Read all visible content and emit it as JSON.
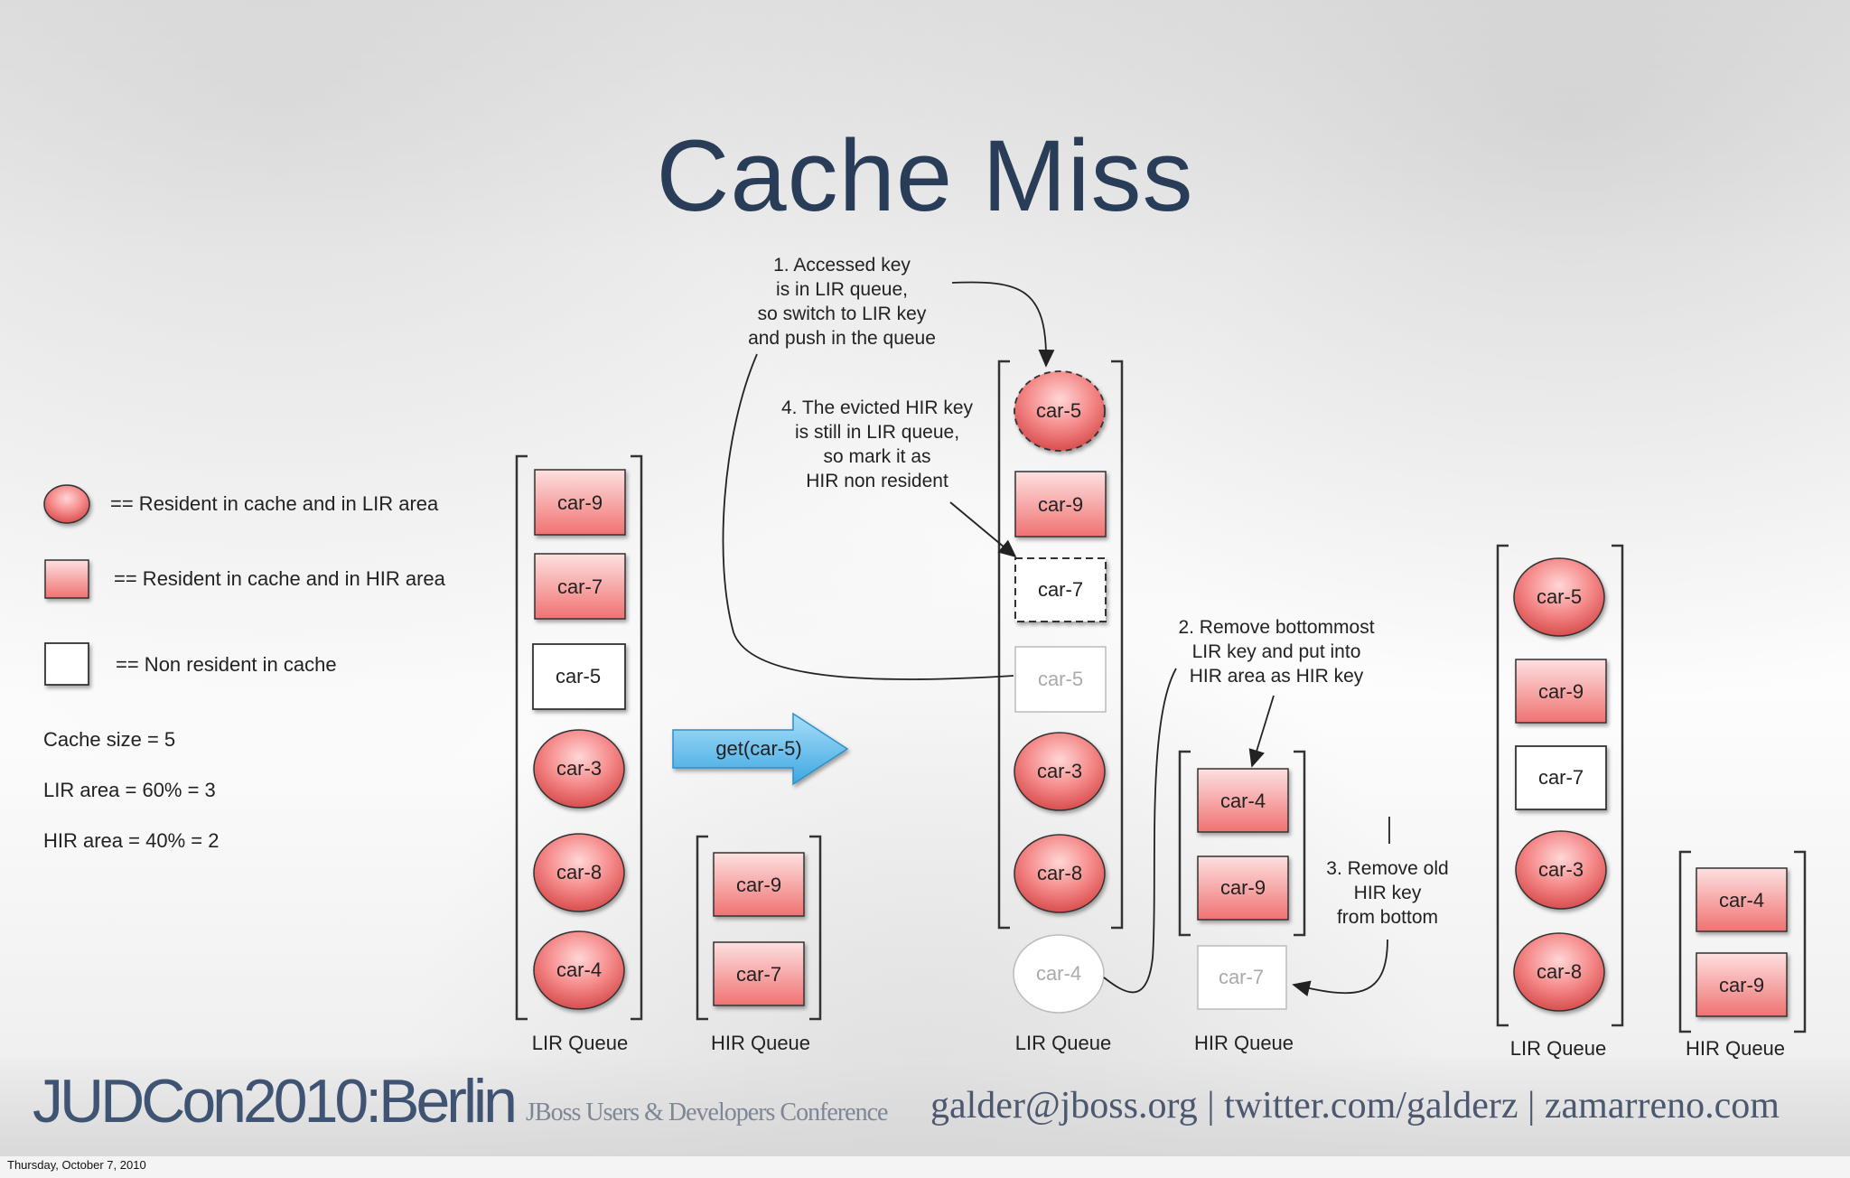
{
  "slide": {
    "title": "Cache Miss",
    "brand": "JUDCon2010:Berlin",
    "brand_sub": "JBoss Users & Developers Conference",
    "contact": "galder@jboss.org | twitter.com/galderz | zamarreno.com",
    "date": "Thursday, October 7, 2010"
  },
  "colors": {
    "title": "#2a3d58",
    "lir_fill": "#f07272",
    "hir_fill": "#f58f8f",
    "arrow_fill": "#5cb8ea",
    "outline": "#333333"
  },
  "legend": {
    "lir": "== Resident in cache and in LIR area",
    "hir": "== Resident in cache and in HIR area",
    "nonres": "== Non resident in cache",
    "cache_size": "Cache size = 5",
    "lir_area": "LIR area = 60% = 3",
    "hir_area": "HIR area = 40% = 2"
  },
  "operation": {
    "label": "get(car-5)"
  },
  "notes": {
    "n1": [
      "1. Accessed key",
      "is in LIR queue,",
      "so switch to LIR key",
      "and push in the queue"
    ],
    "n4": [
      "4. The evicted HIR key",
      "is still in LIR queue,",
      "so mark it as",
      "HIR non resident"
    ],
    "n2": [
      "2. Remove bottommost",
      "LIR key and put into",
      "HIR area as HIR key"
    ],
    "n3": [
      "3. Remove old",
      "HIR key",
      "from bottom"
    ]
  },
  "states": [
    {
      "lir_queue_label": "LIR Queue",
      "hir_queue_label": "HIR Queue",
      "lir": [
        {
          "key": "car-9",
          "kind": "hir"
        },
        {
          "key": "car-7",
          "kind": "hir"
        },
        {
          "key": "car-5",
          "kind": "nonres"
        },
        {
          "key": "car-3",
          "kind": "lir"
        },
        {
          "key": "car-8",
          "kind": "lir"
        },
        {
          "key": "car-4",
          "kind": "lir"
        }
      ],
      "hir": [
        {
          "key": "car-9",
          "kind": "hir"
        },
        {
          "key": "car-7",
          "kind": "hir"
        }
      ]
    },
    {
      "lir_queue_label": "LIR Queue",
      "hir_queue_label": "HIR Queue",
      "lir": [
        {
          "key": "car-5",
          "kind": "lir-new"
        },
        {
          "key": "car-9",
          "kind": "hir"
        },
        {
          "key": "car-7",
          "kind": "nonres-dashed"
        },
        {
          "key": "car-5",
          "kind": "ghost"
        },
        {
          "key": "car-3",
          "kind": "lir"
        },
        {
          "key": "car-8",
          "kind": "lir"
        }
      ],
      "lir_removed": {
        "key": "car-4",
        "kind": "ghost-lir"
      },
      "hir": [
        {
          "key": "car-4",
          "kind": "hir"
        },
        {
          "key": "car-9",
          "kind": "hir"
        }
      ],
      "hir_removed": {
        "key": "car-7",
        "kind": "ghost"
      }
    },
    {
      "lir_queue_label": "LIR Queue",
      "hir_queue_label": "HIR Queue",
      "lir": [
        {
          "key": "car-5",
          "kind": "lir"
        },
        {
          "key": "car-9",
          "kind": "hir"
        },
        {
          "key": "car-7",
          "kind": "nonres"
        },
        {
          "key": "car-3",
          "kind": "lir"
        },
        {
          "key": "car-8",
          "kind": "lir"
        }
      ],
      "hir": [
        {
          "key": "car-4",
          "kind": "hir"
        },
        {
          "key": "car-9",
          "kind": "hir"
        }
      ]
    }
  ]
}
